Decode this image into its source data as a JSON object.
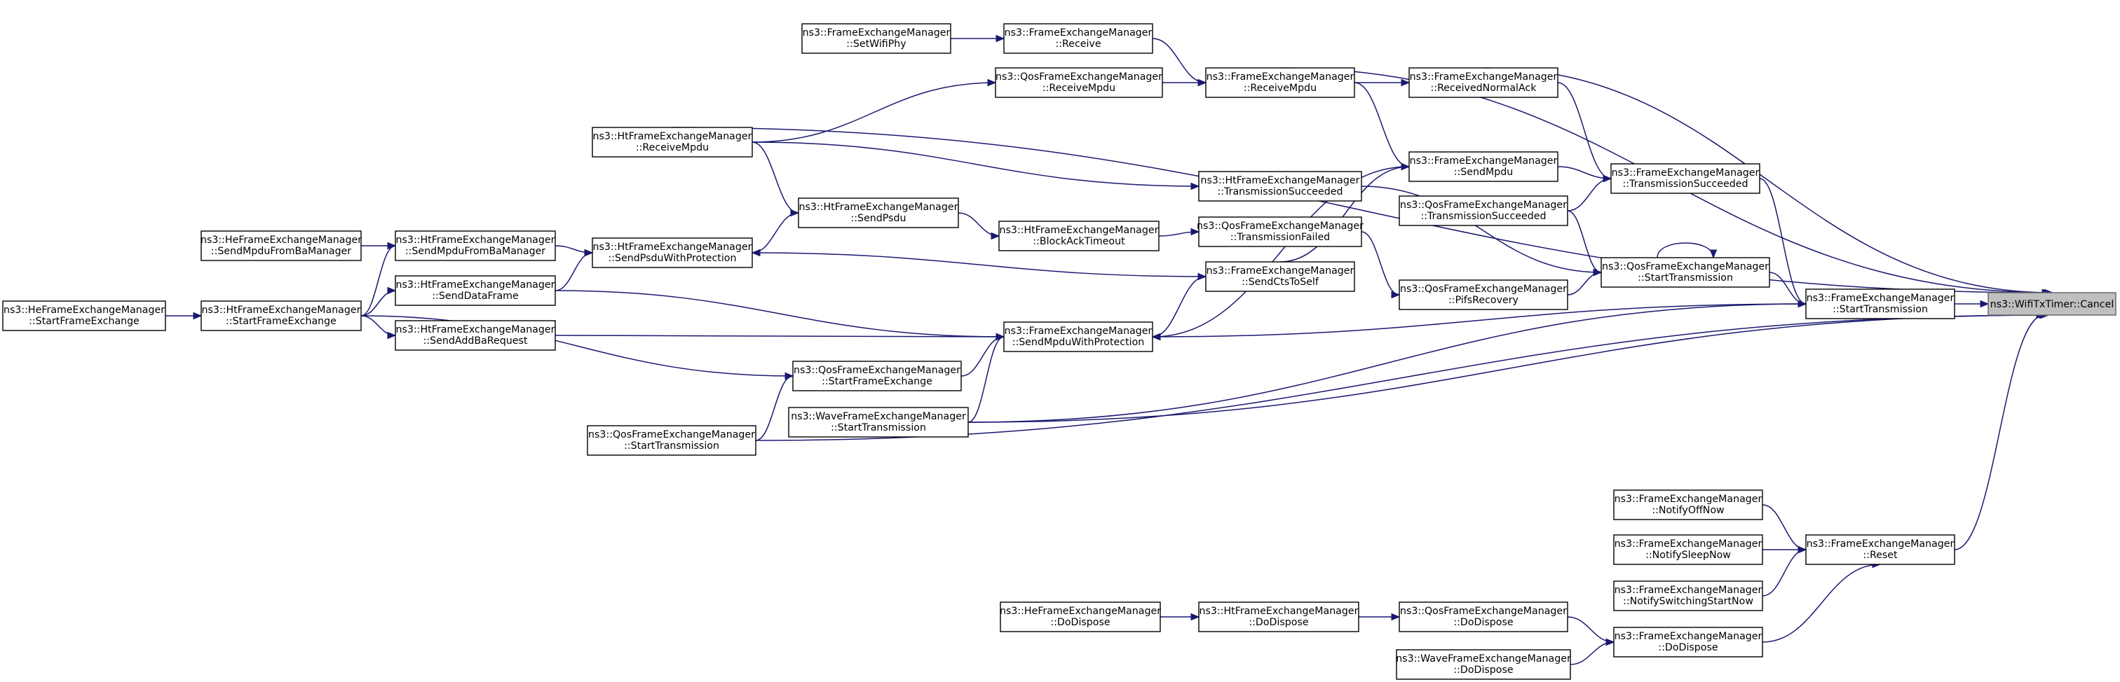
{
  "graph": {
    "title": "",
    "nodes": [
      {
        "id": "cancel",
        "label": [
          "ns3::WifiTxTimer::Cancel"
        ],
        "root": true
      },
      {
        "id": "fem_setwifiphy",
        "label": [
          "ns3::FrameExchangeManager",
          "::SetWifiPhy"
        ]
      },
      {
        "id": "fem_receive",
        "label": [
          "ns3::FrameExchangeManager",
          "::Receive"
        ]
      },
      {
        "id": "qfem_receivempdu",
        "label": [
          "ns3::QosFrameExchangeManager",
          "::ReceiveMpdu"
        ]
      },
      {
        "id": "fem_receivempdu",
        "label": [
          "ns3::FrameExchangeManager",
          "::ReceiveMpdu"
        ]
      },
      {
        "id": "fem_receivednormalack",
        "label": [
          "ns3::FrameExchangeManager",
          "::ReceivedNormalAck"
        ]
      },
      {
        "id": "htfem_receivempdu",
        "label": [
          "ns3::HtFrameExchangeManager",
          "::ReceiveMpdu"
        ]
      },
      {
        "id": "htfem_transmissionsucceeded",
        "label": [
          "ns3::HtFrameExchangeManager",
          "::TransmissionSucceeded"
        ]
      },
      {
        "id": "fem_sendmpdu",
        "label": [
          "ns3::FrameExchangeManager",
          "::SendMpdu"
        ]
      },
      {
        "id": "fem_transmissionsucceeded",
        "label": [
          "ns3::FrameExchangeManager",
          "::TransmissionSucceeded"
        ]
      },
      {
        "id": "qfem_transmissionsucceeded",
        "label": [
          "ns3::QosFrameExchangeManager",
          "::TransmissionSucceeded"
        ]
      },
      {
        "id": "hefem_sendmpdufrombamanager",
        "label": [
          "ns3::HeFrameExchangeManager",
          "::SendMpduFromBaManager"
        ]
      },
      {
        "id": "htfem_sendmpdufrombamanager",
        "label": [
          "ns3::HtFrameExchangeManager",
          "::SendMpduFromBaManager"
        ]
      },
      {
        "id": "htfem_sendpsdu",
        "label": [
          "ns3::HtFrameExchangeManager",
          "::SendPsdu"
        ]
      },
      {
        "id": "htfem_blockacktimeout",
        "label": [
          "ns3::HtFrameExchangeManager",
          "::BlockAckTimeout"
        ]
      },
      {
        "id": "qfem_transmissionfailed",
        "label": [
          "ns3::QosFrameExchangeManager",
          "::TransmissionFailed"
        ]
      },
      {
        "id": "htfem_sendpsduwithprotection",
        "label": [
          "ns3::HtFrameExchangeManager",
          "::SendPsduWithProtection"
        ]
      },
      {
        "id": "qfem_starttransmission",
        "label": [
          "ns3::QosFrameExchangeManager",
          "::StartTransmission"
        ]
      },
      {
        "id": "htfem_senddataframe",
        "label": [
          "ns3::HtFrameExchangeManager",
          "::SendDataFrame"
        ]
      },
      {
        "id": "fem_sendctstoself",
        "label": [
          "ns3::FrameExchangeManager",
          "::SendCtsToSelf"
        ]
      },
      {
        "id": "qfem_pifsrecovery",
        "label": [
          "ns3::QosFrameExchangeManager",
          "::PifsRecovery"
        ]
      },
      {
        "id": "fem_starttransmission",
        "label": [
          "ns3::FrameExchangeManager",
          "::StartTransmission"
        ]
      },
      {
        "id": "hefem_startframeexchange",
        "label": [
          "ns3::HeFrameExchangeManager",
          "::StartFrameExchange"
        ]
      },
      {
        "id": "htfem_startframeexchange",
        "label": [
          "ns3::HtFrameExchangeManager",
          "::StartFrameExchange"
        ]
      },
      {
        "id": "htfem_sendaddbarequest",
        "label": [
          "ns3::HtFrameExchangeManager",
          "::SendAddBaRequest"
        ]
      },
      {
        "id": "fem_sendmpduwithprotection",
        "label": [
          "ns3::FrameExchangeManager",
          "::SendMpduWithProtection"
        ]
      },
      {
        "id": "qfem_startframeexchange",
        "label": [
          "ns3::QosFrameExchangeManager",
          "::StartFrameExchange"
        ]
      },
      {
        "id": "wavefem_starttransmission",
        "label": [
          "ns3::WaveFrameExchangeManager",
          "::StartTransmission"
        ]
      },
      {
        "id": "qfem_starttransmission2",
        "label": [
          "ns3::QosFrameExchangeManager",
          "::StartTransmission"
        ]
      },
      {
        "id": "fem_notifyoffnow",
        "label": [
          "ns3::FrameExchangeManager",
          "::NotifyOffNow"
        ]
      },
      {
        "id": "fem_notifysleepnow",
        "label": [
          "ns3::FrameExchangeManager",
          "::NotifySleepNow"
        ]
      },
      {
        "id": "fem_reset",
        "label": [
          "ns3::FrameExchangeManager",
          "::Reset"
        ]
      },
      {
        "id": "fem_notifyswitchingstartnow",
        "label": [
          "ns3::FrameExchangeManager",
          "::NotifySwitchingStartNow"
        ]
      },
      {
        "id": "hefem_dodispose",
        "label": [
          "ns3::HeFrameExchangeManager",
          "::DoDispose"
        ]
      },
      {
        "id": "htfem_dodispose",
        "label": [
          "ns3::HtFrameExchangeManager",
          "::DoDispose"
        ]
      },
      {
        "id": "qfem_dodispose",
        "label": [
          "ns3::QosFrameExchangeManager",
          "::DoDispose"
        ]
      },
      {
        "id": "fem_dodispose",
        "label": [
          "ns3::FrameExchangeManager",
          "::DoDispose"
        ]
      },
      {
        "id": "wavefem_dodispose",
        "label": [
          "ns3::WaveFrameExchangeManager",
          "::DoDispose"
        ]
      }
    ],
    "edges": [
      {
        "from": "fem_setwifiphy",
        "to": "fem_receive"
      },
      {
        "from": "fem_receive",
        "to": "fem_receivempdu"
      },
      {
        "from": "htfem_receivempdu",
        "to": "qfem_receivempdu"
      },
      {
        "from": "qfem_receivempdu",
        "to": "fem_receivempdu"
      },
      {
        "from": "fem_receivempdu",
        "to": "fem_receivednormalack"
      },
      {
        "from": "fem_receivempdu",
        "to": "fem_sendmpdu"
      },
      {
        "from": "fem_receivempdu",
        "to": "cancel"
      },
      {
        "from": "fem_receivednormalack",
        "to": "fem_transmissionsucceeded"
      },
      {
        "from": "fem_receivednormalack",
        "to": "cancel"
      },
      {
        "from": "htfem_receivempdu",
        "to": "htfem_transmissionsucceeded"
      },
      {
        "from": "htfem_receivempdu",
        "to": "htfem_sendpsdu"
      },
      {
        "from": "htfem_receivempdu",
        "to": "cancel"
      },
      {
        "from": "fem_sendmpdu",
        "to": "fem_transmissionsucceeded"
      },
      {
        "from": "fem_sendmpdu",
        "to": "fem_sendmpduwithprotection"
      },
      {
        "from": "fem_transmissionsucceeded",
        "to": "fem_starttransmission"
      },
      {
        "from": "htfem_transmissionsucceeded",
        "to": "qfem_starttransmission"
      },
      {
        "from": "qfem_transmissionsucceeded",
        "to": "fem_transmissionsucceeded"
      },
      {
        "from": "qfem_transmissionsucceeded",
        "to": "qfem_starttransmission"
      },
      {
        "from": "hefem_sendmpdufrombamanager",
        "to": "htfem_sendmpdufrombamanager"
      },
      {
        "from": "htfem_sendmpdufrombamanager",
        "to": "htfem_sendpsduwithprotection"
      },
      {
        "from": "htfem_sendpsdu",
        "to": "htfem_sendpsduwithprotection"
      },
      {
        "from": "htfem_sendpsdu",
        "to": "htfem_blockacktimeout"
      },
      {
        "from": "htfem_blockacktimeout",
        "to": "qfem_transmissionfailed"
      },
      {
        "from": "qfem_transmissionfailed",
        "to": "qfem_pifsrecovery"
      },
      {
        "from": "htfem_sendpsduwithprotection",
        "to": "fem_sendctstoself"
      },
      {
        "from": "htfem_senddataframe",
        "to": "htfem_sendpsduwithprotection"
      },
      {
        "from": "htfem_senddataframe",
        "to": "fem_sendmpduwithprotection"
      },
      {
        "from": "fem_sendctstoself",
        "to": "fem_sendmpduwithprotection"
      },
      {
        "from": "fem_sendctstoself",
        "to": "fem_sendmpdu"
      },
      {
        "from": "qfem_starttransmission",
        "to": "qfem_starttransmission"
      },
      {
        "from": "qfem_starttransmission",
        "to": "fem_starttransmission"
      },
      {
        "from": "qfem_pifsrecovery",
        "to": "qfem_starttransmission"
      },
      {
        "from": "fem_starttransmission",
        "to": "cancel"
      },
      {
        "from": "fem_starttransmission",
        "to": "fem_sendmpduwithprotection"
      },
      {
        "from": "hefem_startframeexchange",
        "to": "htfem_startframeexchange"
      },
      {
        "from": "htfem_startframeexchange",
        "to": "htfem_sendmpdufrombamanager"
      },
      {
        "from": "htfem_startframeexchange",
        "to": "htfem_senddataframe"
      },
      {
        "from": "htfem_startframeexchange",
        "to": "htfem_sendaddbarequest"
      },
      {
        "from": "htfem_startframeexchange",
        "to": "qfem_startframeexchange"
      },
      {
        "from": "htfem_sendaddbarequest",
        "to": "fem_sendmpduwithprotection"
      },
      {
        "from": "qfem_startframeexchange",
        "to": "fem_sendmpduwithprotection"
      },
      {
        "from": "wavefem_starttransmission",
        "to": "fem_sendmpduwithprotection"
      },
      {
        "from": "wavefem_starttransmission",
        "to": "fem_starttransmission"
      },
      {
        "from": "wavefem_starttransmission",
        "to": "cancel"
      },
      {
        "from": "qfem_starttransmission2",
        "to": "qfem_startframeexchange"
      },
      {
        "from": "qfem_starttransmission2",
        "to": "cancel"
      },
      {
        "from": "fem_notifyoffnow",
        "to": "fem_reset"
      },
      {
        "from": "fem_notifysleepnow",
        "to": "fem_reset"
      },
      {
        "from": "fem_notifyswitchingstartnow",
        "to": "fem_reset"
      },
      {
        "from": "fem_reset",
        "to": "cancel"
      },
      {
        "from": "hefem_dodispose",
        "to": "htfem_dodispose"
      },
      {
        "from": "htfem_dodispose",
        "to": "qfem_dodispose"
      },
      {
        "from": "qfem_dodispose",
        "to": "fem_dodispose"
      },
      {
        "from": "wavefem_dodispose",
        "to": "fem_dodispose"
      },
      {
        "from": "fem_dodispose",
        "to": "fem_reset"
      }
    ]
  }
}
